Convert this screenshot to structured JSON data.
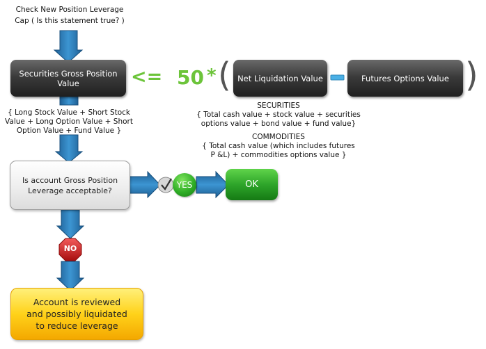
{
  "top_label": [
    "Check New Position Leverage",
    "Cap ( Is this statement true? )"
  ],
  "gross_position_box": "Securities Gross Position Value",
  "operator_lte": "<=",
  "multiplier": "50",
  "multiply_sign": "*",
  "open_paren": "(",
  "close_paren": ")",
  "net_liq_box": "Net Liquidation Value",
  "futures_options_box": "Futures Options Value",
  "gross_position_desc": [
    "{ Long Stock Value + Short Stock",
    "Value + Long Option Value + Short",
    "Option Value + Fund Value }"
  ],
  "securities": {
    "title": "SECURITIES",
    "desc": [
      "{ Total cash value + stock value + securities",
      "options value + bond value + fund value}"
    ]
  },
  "commodities": {
    "title": "COMMODITIES",
    "desc": [
      "{ Total cash value (which includes futures",
      "P &L) + commodities options value }"
    ]
  },
  "decision_box": [
    "Is account Gross Position",
    "Leverage acceptable?"
  ],
  "yes_label": "YES",
  "ok_label": "OK",
  "no_label": "NO",
  "result_box": [
    "Account is reviewed",
    "and possibly liquidated",
    "to reduce leverage"
  ],
  "colors": {
    "arrow_blue": "#2f7fb8",
    "dark_box": "#2b2b2b",
    "green": "#3cb62f",
    "no_red": "#d22020",
    "yellow": "#ffd21a",
    "minus_blue": "#4ab0e6"
  }
}
